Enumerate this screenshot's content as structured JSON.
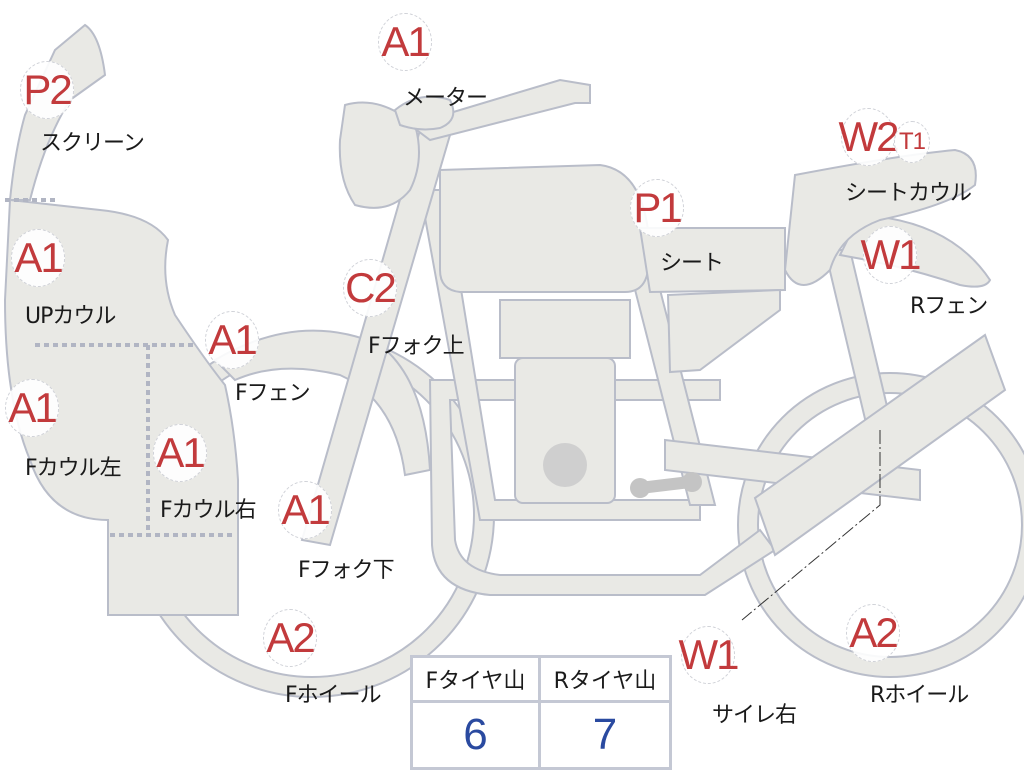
{
  "markers": [
    {
      "code": "P2",
      "label": "スクリーン"
    },
    {
      "code": "A1",
      "label": "メーター"
    },
    {
      "code": "W2",
      "label": "シートカウル"
    },
    {
      "code": "T1",
      "label": ""
    },
    {
      "code": "P1",
      "label": "シート"
    },
    {
      "code": "W1",
      "label": "Rフェン"
    },
    {
      "code": "A1",
      "label": "UPカウル"
    },
    {
      "code": "C2",
      "label": "Fフォク上"
    },
    {
      "code": "A1",
      "label": "Fフェン"
    },
    {
      "code": "A1",
      "label": "Fカウル左"
    },
    {
      "code": "A1",
      "label": "Fカウル右"
    },
    {
      "code": "A1",
      "label": "Fフォク下"
    },
    {
      "code": "A2",
      "label": "Fホイール"
    },
    {
      "code": "W1",
      "label": "サイレ右"
    },
    {
      "code": "A2",
      "label": "Rホイール"
    }
  ],
  "tread_table": {
    "headers": [
      "Fタイヤ山",
      "Rタイヤ山"
    ],
    "values": [
      "6",
      "7"
    ]
  },
  "colors": {
    "code": "#c23a3c",
    "value": "#2a4aa0",
    "part": "#e9e9e5"
  }
}
